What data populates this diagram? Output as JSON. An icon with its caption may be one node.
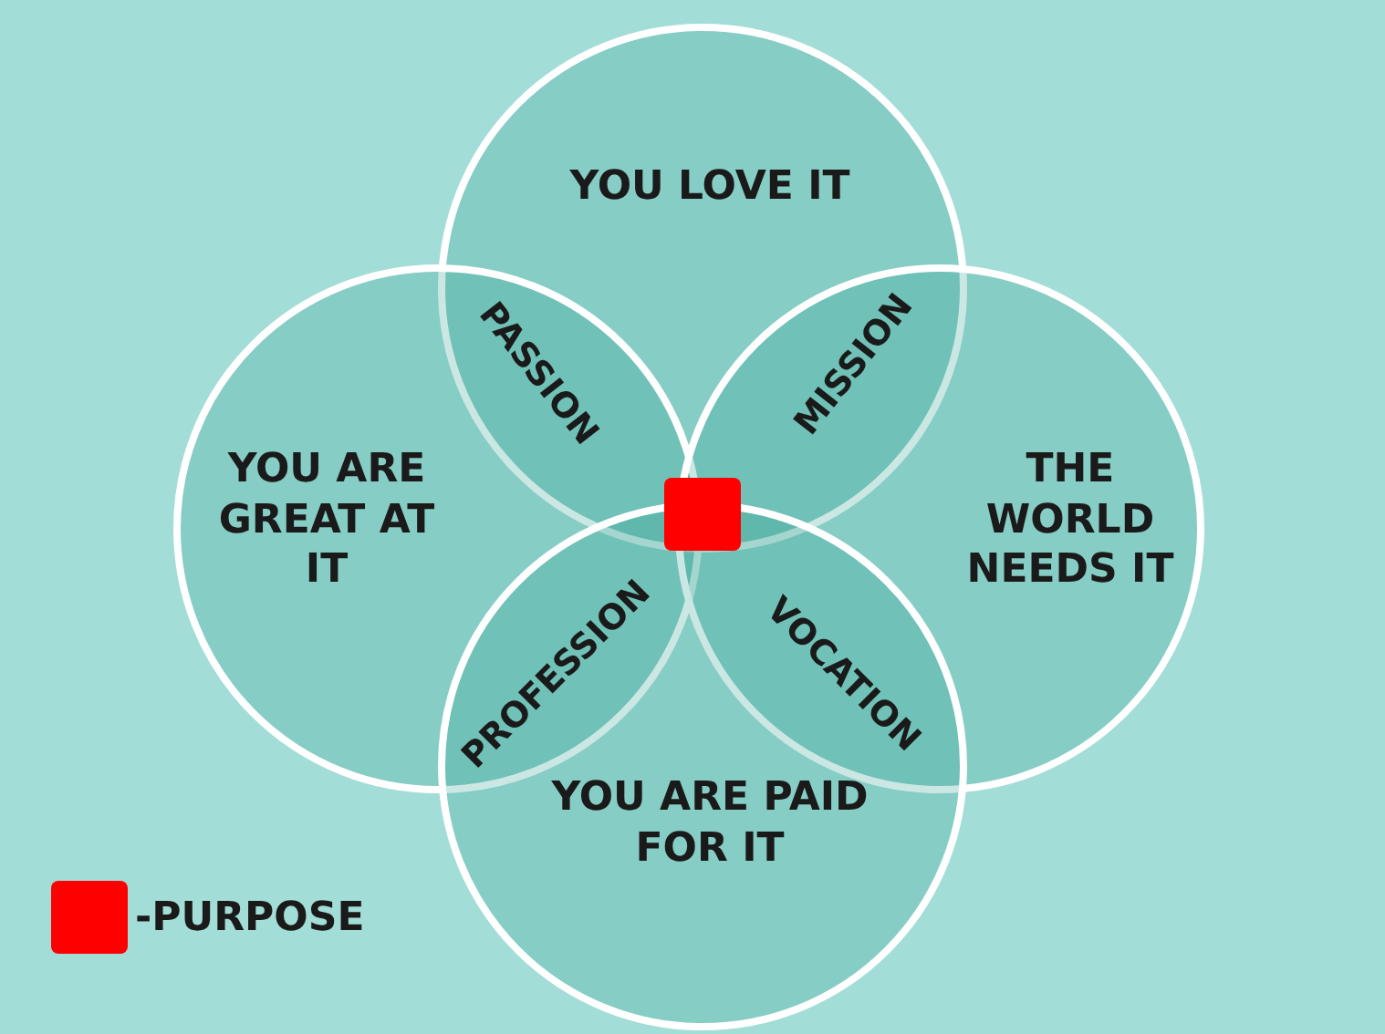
{
  "diagram": {
    "nodes": [
      {
        "text": [
          "YOU LOVE IT"
        ]
      },
      {
        "text": [
          "YOU ARE GREAT AT IT"
        ]
      },
      {
        "text": [
          "THE WORLD NEEDS IT"
        ]
      },
      {
        "text": [
          "YOU ARE PAID FOR IT"
        ]
      }
    ],
    "labels": [
      "PASSION",
      "MISSION",
      "PROFESSION",
      "VOCATION"
    ],
    "legend": [
      {
        "text": "-PURPOSE",
        "color": "#ff0000"
      }
    ]
  }
}
